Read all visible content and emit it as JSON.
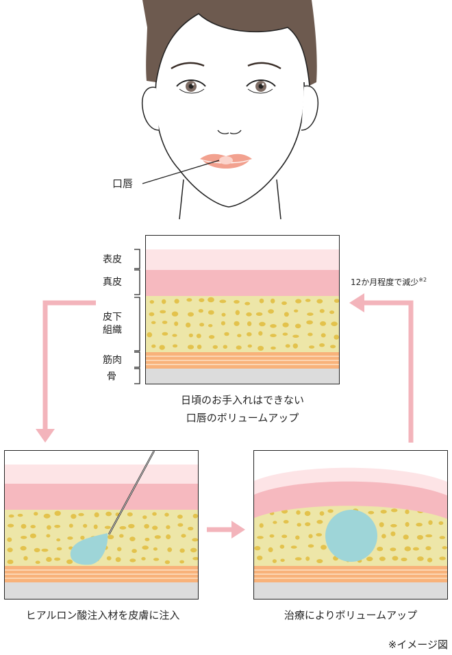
{
  "face": {
    "lip_label": "口唇"
  },
  "top_panel": {
    "layers": {
      "epidermis": "表皮",
      "dermis": "真皮",
      "subcutaneous_line1": "皮下",
      "subcutaneous_line2": "組織",
      "muscle": "筋肉",
      "bone": "骨"
    },
    "caption_line1": "日頃のお手入れはできない",
    "caption_line2": "口唇のボリュームアップ"
  },
  "right_arrow_note": "12か月程度で減少",
  "right_arrow_note_sup": "※2",
  "bottom_left": {
    "caption": "ヒアルロン酸注入材を皮膚に注入"
  },
  "bottom_right": {
    "caption": "治療によりボリュームアップ"
  },
  "footnote": "※イメージ図",
  "colors": {
    "epidermis": "#fde4e6",
    "dermis": "#f6b9bf",
    "subcutaneous": "#ede6a8",
    "fat_dot": "#e3c24c",
    "muscle": "#f8b27a",
    "bone": "#dcdcdc",
    "filler": "#9ed5d8",
    "arrow": "#f3b4bb",
    "lip": "#f2a18f"
  }
}
